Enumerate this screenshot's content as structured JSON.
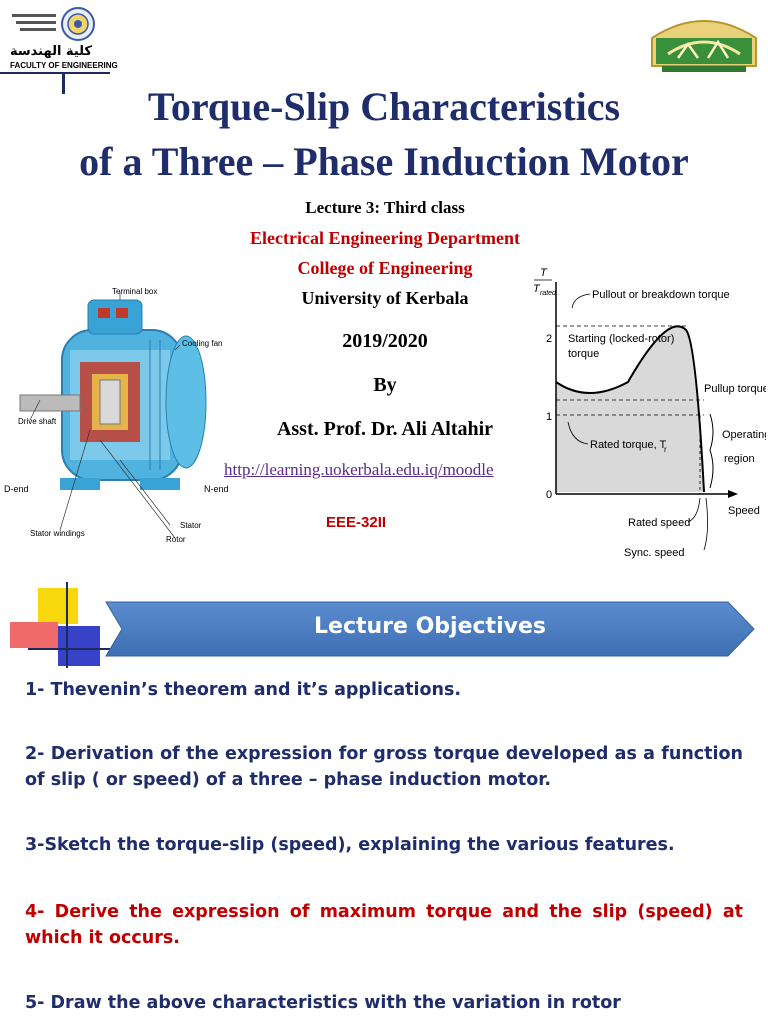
{
  "header": {
    "faculty_arabic": "كلية الهندسة",
    "faculty_english": "FACULTY OF ENGINEERING"
  },
  "title": {
    "line1": "Torque-Slip Characteristics",
    "line2": "of a Three – Phase Induction Motor"
  },
  "info": {
    "lecture": "Lecture 3: Third class",
    "department": "Electrical Engineering Department",
    "college": "College of Engineering",
    "university": "University of Kerbala",
    "year": "2019/2020",
    "by": "By",
    "author": "Asst. Prof. Dr. Ali Altahir",
    "url": "http://learning.uokerbala.edu.iq/moodle",
    "course_code": "EEE-32II"
  },
  "motor_figure": {
    "labels": {
      "terminal_box": "Terminal box",
      "cooling_fan": "Cooling fan",
      "drive_shaft": "Drive shaft",
      "d_end": "D-end",
      "n_end": "N-end",
      "stator": "Stator",
      "rotor": "Rotor",
      "stator_windings": "Stator windings"
    }
  },
  "torque_figure": {
    "y_label_num": "T",
    "y_label_den": "T",
    "y_label_sub": "rated",
    "tick_2": "2",
    "tick_1": "1",
    "tick_0": "0",
    "pullout": "Pullout or breakdown torque",
    "starting1": "Starting (locked-rotor)",
    "starting2": "torque",
    "pullup": "Pullup torque",
    "rated_torque": "Rated torque, T",
    "rated_torque_sub": "r",
    "operating1": "Operating",
    "operating2": "region",
    "speed": "Speed",
    "rated_speed": "Rated speed",
    "sync_speed": "Sync. speed"
  },
  "objectives": {
    "heading": "Lecture Objectives",
    "items": [
      "1- Thevenin’s theorem and it’s applications.",
      "2- Derivation of the expression for gross torque developed as a function of slip ( or speed) of a three – phase induction motor.",
      "3-Sketch the torque-slip (speed), explaining the various features.",
      "4-  Derive the expression of maximum torque and the slip (speed) at which it occurs.",
      "5- Draw the above characteristics with the variation in rotor"
    ]
  },
  "colors": {
    "navy": "#1f2d6b",
    "red": "#c00000",
    "banner_blue": "#4f7fc4"
  }
}
